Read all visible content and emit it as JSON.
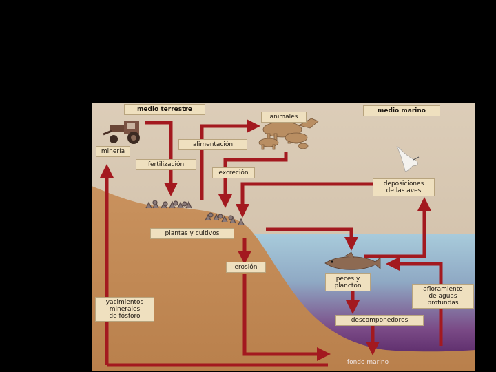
{
  "diagram": {
    "labels": {
      "medio_terrestre": "medio terrestre",
      "medio_marino": "medio marino",
      "animales": "animales",
      "alimentacion": "alimentación",
      "mineria": "minería",
      "fertilizacion": "fertilización",
      "excrecion": "excreción",
      "deposiciones": "deposiciones\nde las aves",
      "plantas": "plantas y cultivos",
      "erosion": "erosión",
      "peces": "peces y\nplancton",
      "afloramiento": "afloramiento\nde aguas\nprofundas",
      "yacimientos": "yacimientos\nminerales\nde fósforo",
      "descomponedores": "descomponedores",
      "fondo_marino": "fondo marino"
    },
    "icons": [
      "tractor-icon",
      "animals-icon",
      "bird-icon",
      "fish-icon",
      "plants-icon"
    ],
    "colors": {
      "sky": "#d8c8b2",
      "land": "#c48a56",
      "sea_top": "#9cc4d6",
      "sea_bottom": "#4a1a5a",
      "arrow": "#a3191f",
      "label_bg": "#efe0bf"
    }
  }
}
